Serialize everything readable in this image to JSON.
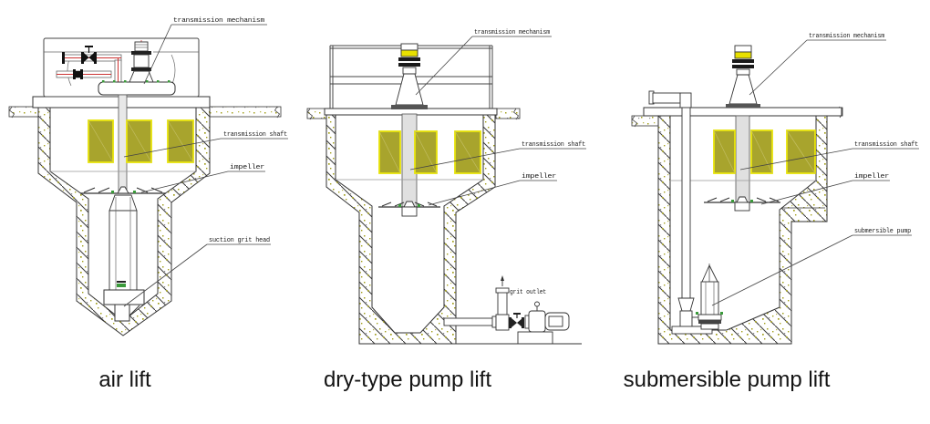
{
  "figure_type": "technical drawing of three grit-chamber lifting systems",
  "colors": {
    "hatch_line": "#3a3a3a",
    "speckle": "#a3a01e",
    "block_fill": "#a8a42d",
    "block_border": "#e8e40a",
    "pipe_red": "#cc3333",
    "motor_yellow": "#e8e000",
    "green_accent": "#3a9a3a"
  },
  "diagrams": {
    "air_lift": {
      "caption": "air lift",
      "labels": {
        "mechanism": "transmission mechanism",
        "shaft": "transmission shaft",
        "impeller": "impeller",
        "suction": "suction grit head"
      }
    },
    "dry_type": {
      "caption": "dry-type pump lift",
      "labels": {
        "mechanism": "transmission mechanism",
        "shaft": "transmission shaft",
        "impeller": "impeller",
        "outlet": "grit outlet"
      }
    },
    "submersible": {
      "caption": "submersible pump lift",
      "labels": {
        "mechanism": "transmission mechanism",
        "shaft": "transmission shaft",
        "impeller": "impeller",
        "pump": "submersible pump"
      }
    }
  }
}
